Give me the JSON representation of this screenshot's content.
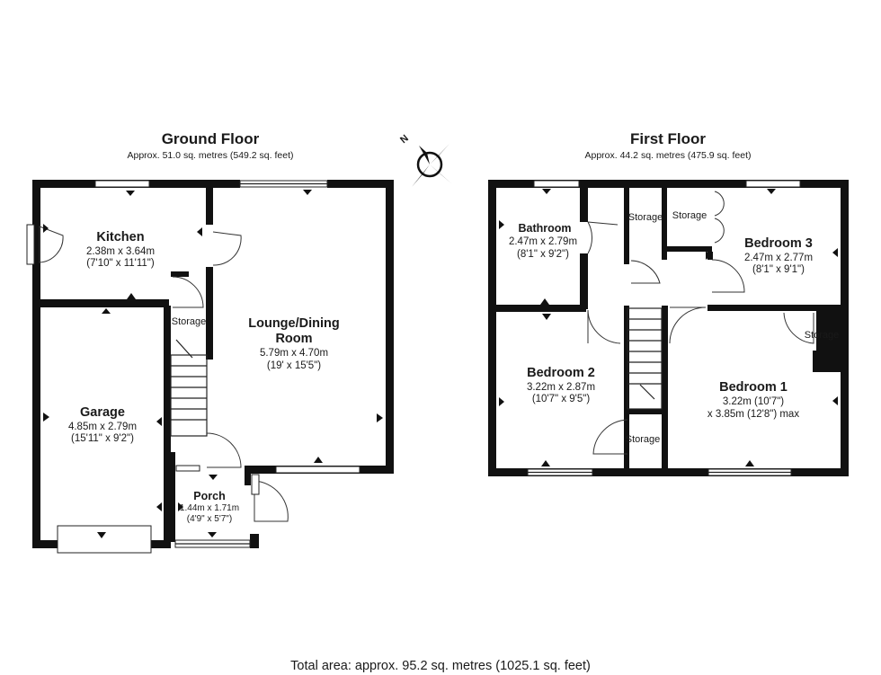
{
  "floors": {
    "ground": {
      "title": "Ground Floor",
      "area": "Approx. 51.0 sq. metres (549.2 sq. feet)"
    },
    "first": {
      "title": "First Floor",
      "area": "Approx. 44.2 sq. metres (475.9 sq. feet)"
    }
  },
  "compass": {
    "label": "N"
  },
  "rooms": {
    "kitchen": {
      "name": "Kitchen",
      "metric": "2.38m x 3.64m",
      "imperial": "(7'10\" x 11'11\")"
    },
    "storage_gf": {
      "name": "Storage"
    },
    "lounge": {
      "name_1": "Lounge/Dining",
      "name_2": "Room",
      "metric": "5.79m x 4.70m",
      "imperial": "(19' x 15'5\")"
    },
    "garage": {
      "name": "Garage",
      "metric": "4.85m x 2.79m",
      "imperial": "(15'11\" x 9'2\")"
    },
    "porch": {
      "name": "Porch",
      "metric": "1.44m x 1.71m",
      "imperial": "(4'9\" x 5'7\")"
    },
    "bathroom": {
      "name": "Bathroom",
      "metric": "2.47m x 2.79m",
      "imperial": "(8'1\" x 9'2\")"
    },
    "storage_landing": {
      "name": "Storage"
    },
    "storage_bed3": {
      "name": "Storage"
    },
    "bedroom3": {
      "name": "Bedroom 3",
      "metric": "2.47m x 2.77m",
      "imperial": "(8'1\" x 9'1\")"
    },
    "bedroom2": {
      "name": "Bedroom 2",
      "metric": "3.22m x 2.87m",
      "imperial": "(10'7\" x 9'5\")"
    },
    "storage_stairs": {
      "name": "Storage"
    },
    "bedroom1": {
      "name": "Bedroom 1",
      "metric": "3.22m (10'7\")",
      "imperial": "x 3.85m (12'8\") max"
    },
    "storage_bed1": {
      "name": "Storage"
    }
  },
  "total_area": "Total area: approx. 95.2 sq. metres (1025.1 sq. feet)"
}
